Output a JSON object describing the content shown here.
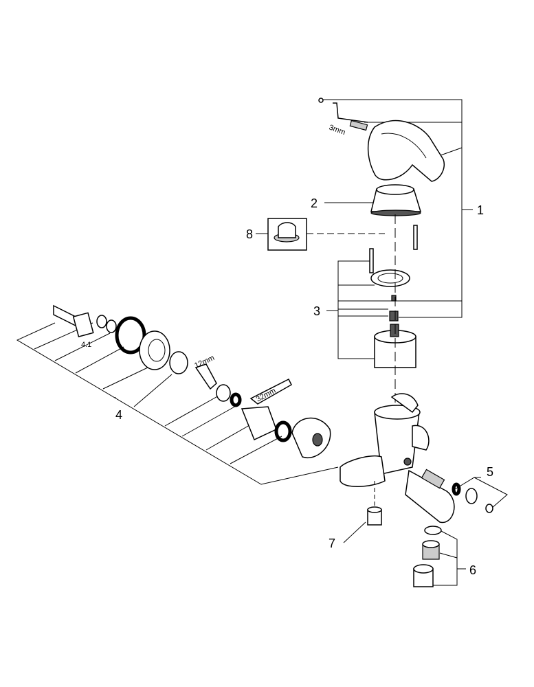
{
  "labels": {
    "p1": "1",
    "p2": "2",
    "p3": "3",
    "p4": "4",
    "p4_1": "4.1",
    "p5": "5",
    "p6": "6",
    "p7": "7",
    "p8": "8"
  },
  "tool_sizes": {
    "hex_key_small": "3mm",
    "hex_key_large": "12mm",
    "wrench": "32mm"
  }
}
